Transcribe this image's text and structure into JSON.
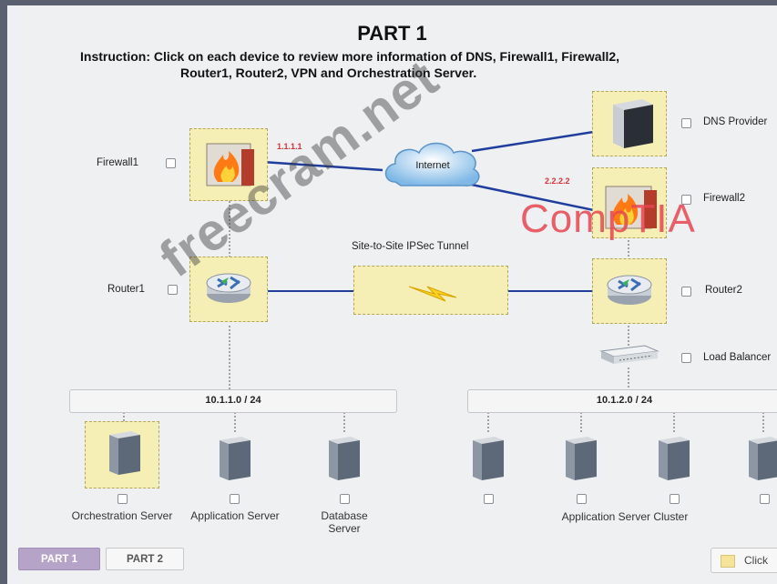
{
  "header": {
    "title": "PART 1",
    "instruction_line1": "Instruction: Click on each device to review more information of DNS, Firewall1, Firewall2,",
    "instruction_line2": "Router1, Router2, VPN and Orchestration Server."
  },
  "devices": {
    "firewall1": {
      "label": "Firewall1",
      "ip": "1.1.1.1"
    },
    "firewall2": {
      "label": "Firewall2",
      "ip": "2.2.2.2"
    },
    "internet": {
      "label": "Internet"
    },
    "dns": {
      "label": "DNS Provider"
    },
    "router1": {
      "label": "Router1"
    },
    "router2": {
      "label": "Router2"
    },
    "vpn": {
      "label": "Site-to-Site IPSec Tunnel"
    },
    "load_balancer": {
      "label": "Load Balancer"
    }
  },
  "subnets": {
    "left": "10.1.1.0 / 24",
    "right": "10.1.2.0 / 24"
  },
  "servers": {
    "orchestration": "Orchestration Server",
    "application": "Application Server",
    "database": "Database Server",
    "cluster": "Application Server Cluster"
  },
  "tabs": {
    "part1": "PART 1",
    "part2": "PART 2"
  },
  "footer": {
    "click_label": "Click"
  },
  "watermarks": {
    "site": "freecram.net",
    "brand": "CompTIA"
  },
  "colors": {
    "link": "#1f3d9c",
    "device_bg": "#f6efb5",
    "ip_text": "#d9303a",
    "active_tab": "#b6a3c8",
    "brand_watermark": "#e64550"
  }
}
